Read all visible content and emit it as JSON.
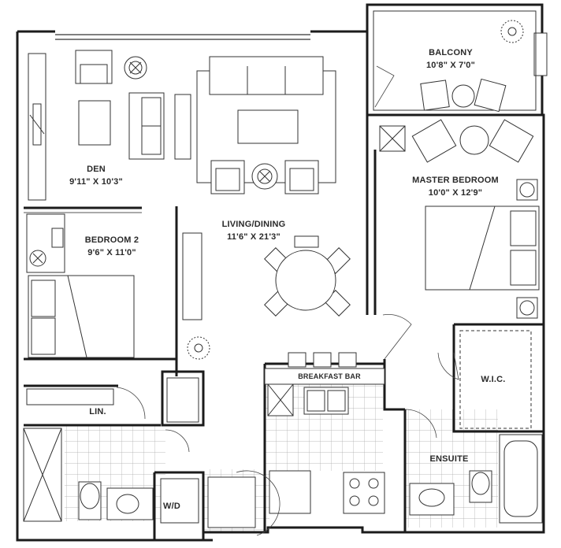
{
  "rooms": {
    "balcony": {
      "name": "BALCONY",
      "dims": "10'8\" X 7'0\""
    },
    "den": {
      "name": "DEN",
      "dims": "9'11\" X 10'3\""
    },
    "living_dining": {
      "name": "LIVING/DINING",
      "dims": "11'6\" X 21'3\""
    },
    "master_bedroom": {
      "name": "MASTER BEDROOM",
      "dims": "10'0\" X 12'9\""
    },
    "bedroom2": {
      "name": "BEDROOM 2",
      "dims": "9'6\" X 11'0\""
    },
    "wic": {
      "name": "W.I.C."
    },
    "breakfast_bar": {
      "name": "BREAKFAST BAR"
    },
    "linen": {
      "name": "LIN."
    },
    "ensuite": {
      "name": "ENSUITE"
    },
    "laundry": {
      "name": "W/D"
    }
  }
}
